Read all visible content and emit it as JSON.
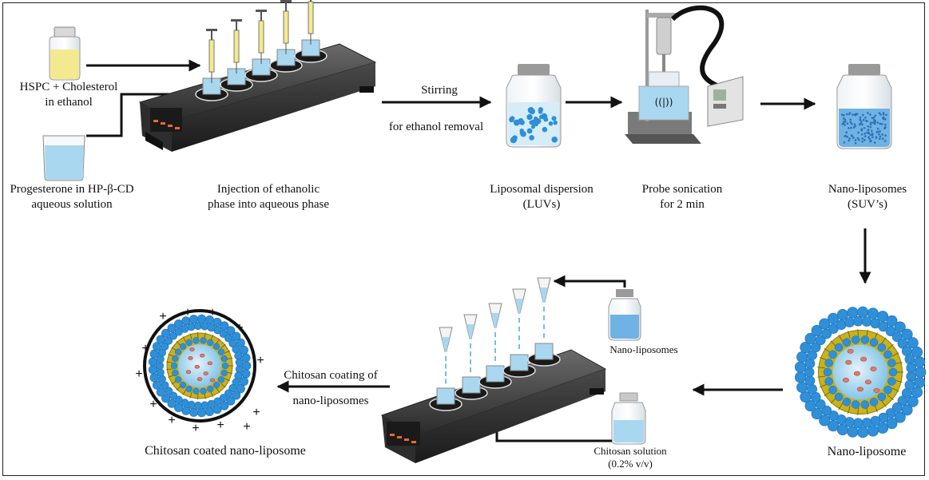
{
  "labels": {
    "hspc_line1": "HSPC + Cholesterol",
    "hspc_line2": "in ethanol",
    "progesterone_line1": "Progesterone in HP-β-CD",
    "progesterone_line2": "aqueous solution",
    "injection_line1": "Injection of ethanolic",
    "injection_line2": "phase into aqueous phase",
    "stirring": "Stirring",
    "ethanol_removal": "for ethanol removal",
    "liposomal_line1": "Liposomal dispersion",
    "liposomal_line2": "(LUVs)",
    "probe_line1": "Probe sonication",
    "probe_line2": "for 2 min",
    "nano_suv_line1": "Nano-liposomes",
    "nano_suv_line2": "(SUV’s)",
    "nano_liposome": "Nano-liposome",
    "nano_liposomes_vial": "Nano-liposomes",
    "chitosan_solution_line1": "Chitosan solution",
    "chitosan_solution_line2": "(0.2% v/v)",
    "coating_line1": "Chitosan coating of",
    "coating_line2": "nano-liposomes",
    "coated_final": "Chitosan coated nano-liposome"
  },
  "charge_symbol": "+",
  "colors": {
    "arrow": "#111111",
    "ethanol_phase": "#f3ea8f",
    "aqueous_phase": "#a9d7ef",
    "lipid_head": "#2f8fd8",
    "chitosan_layer": "#c9b21c",
    "stirrer_body": "#3a3a3a"
  }
}
